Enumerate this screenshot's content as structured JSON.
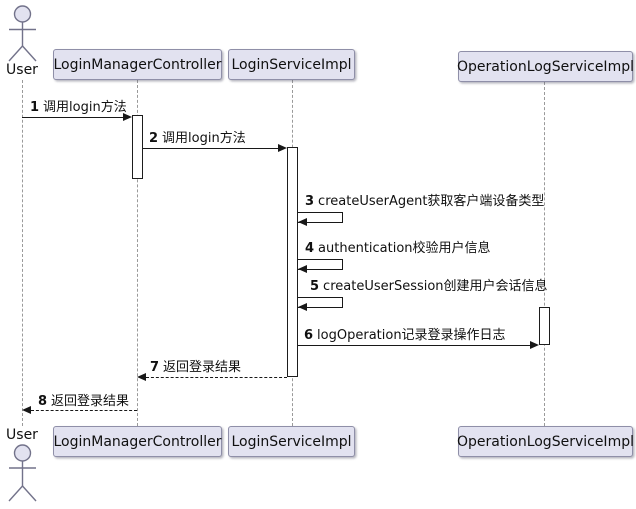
{
  "diagram": {
    "type": "sequence",
    "actor": {
      "name": "User"
    },
    "participants": [
      {
        "name": "LoginManagerController"
      },
      {
        "name": "LoginServiceImpl"
      },
      {
        "name": "OperationLogServiceImpl"
      }
    ],
    "messages": [
      {
        "num": "1",
        "text": "调用login方法",
        "from": "User",
        "to": "LoginManagerController",
        "line": "solid"
      },
      {
        "num": "2",
        "text": "调用login方法",
        "from": "LoginManagerController",
        "to": "LoginServiceImpl",
        "line": "solid"
      },
      {
        "num": "3",
        "text": "createUserAgent获取客户端设备类型",
        "from": "LoginServiceImpl",
        "to": "LoginServiceImpl",
        "line": "self"
      },
      {
        "num": "4",
        "text": "authentication校验用户信息",
        "from": "LoginServiceImpl",
        "to": "LoginServiceImpl",
        "line": "self"
      },
      {
        "num": "5",
        "text": "createUserSession创建用户会话信息",
        "from": "LoginServiceImpl",
        "to": "LoginServiceImpl",
        "line": "self"
      },
      {
        "num": "6",
        "text": "logOperation记录登录操作日志",
        "from": "LoginServiceImpl",
        "to": "OperationLogServiceImpl",
        "line": "solid"
      },
      {
        "num": "7",
        "text": "返回登录结果",
        "from": "LoginServiceImpl",
        "to": "LoginManagerController",
        "line": "dashed-return"
      },
      {
        "num": "8",
        "text": "返回登录结果",
        "from": "LoginManagerController",
        "to": "User",
        "line": "dashed-return"
      }
    ],
    "colors": {
      "participant_fill": "#E2E2F0",
      "participant_border": "#8f8fa8",
      "actor_fill": "#E2E2F0",
      "actor_line": "#72728a",
      "lifeline": "#9a9a9a",
      "arrow": "#181818",
      "activation_fill": "#ffffff"
    }
  }
}
